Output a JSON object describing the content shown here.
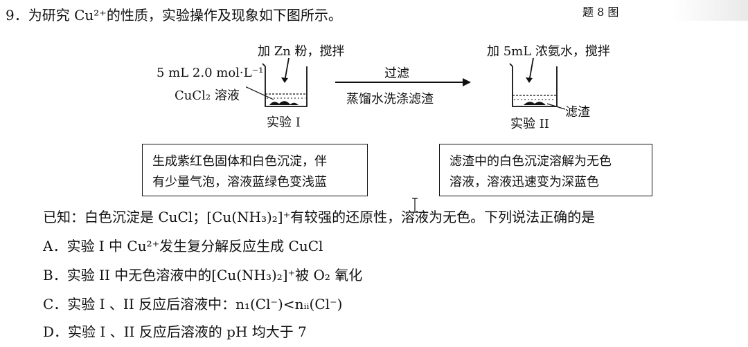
{
  "header": {
    "question": "9．为研究 Cu²⁺的性质，实验操作及现象如下图所示。",
    "figure_label": "题 8 图"
  },
  "diagram": {
    "exp1": {
      "top_label": "加 Zn 粉，搅拌",
      "reagent_line1": "5 mL 2.0 mol·L⁻¹",
      "reagent_line2": "CuCl₂ 溶液",
      "name": "实验 I"
    },
    "arrow": {
      "top_text": "过滤",
      "bottom_text": "蒸馏水洗涤滤渣"
    },
    "exp2": {
      "top_label": "加 5mL 浓氨水，搅拌",
      "side_label": "滤渣",
      "name": "实验 II"
    },
    "box1": {
      "line1": "生成紫红色固体和白色沉淀，伴",
      "line2": "有少量气泡，溶液蓝绿色变浅蓝"
    },
    "box2": {
      "line1": "滤渣中的白色沉淀溶解为无色",
      "line2": "溶液，溶液迅速变为深蓝色"
    }
  },
  "known": "已知：白色沉淀是 CuCl；[Cu(NH₃)₂]⁺有较强的还原性，溶液为无色。下列说法正确的是",
  "options": [
    {
      "text": "A．实验 I 中 Cu²⁺发生复分解反应生成 CuCl"
    },
    {
      "text": "B．实验 II 中无色溶液中的[Cu(NH₃)₂]⁺被 O₂ 氧化"
    },
    {
      "text": "C．实验 I 、II 反应后溶液中：n₁(Cl⁻)<nᵢᵢ(Cl⁻)"
    },
    {
      "text": "D．实验 I 、II 反应后溶液的 pH 均大于 7"
    }
  ]
}
